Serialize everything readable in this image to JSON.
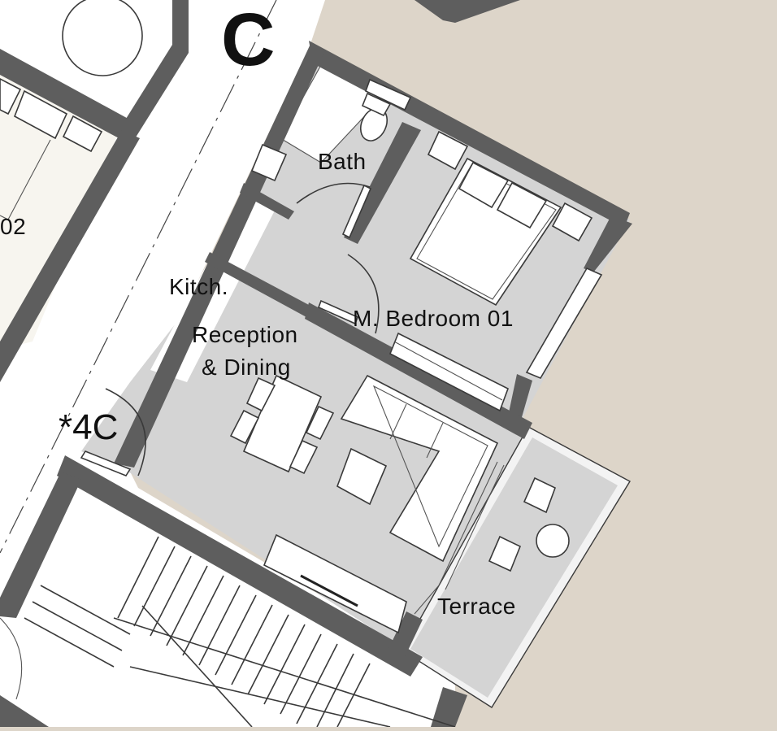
{
  "plan": {
    "block_label": "C",
    "unit_label": "*4C",
    "neighbor_label": "02",
    "rooms": [
      {
        "id": "bath",
        "label": "Bath"
      },
      {
        "id": "kitchen",
        "label": "Kitch."
      },
      {
        "id": "reception",
        "label_line1": "Reception",
        "label_line2": "& Dining"
      },
      {
        "id": "master-bedroom",
        "label": "M. Bedroom 01"
      },
      {
        "id": "terrace",
        "label": "Terrace"
      }
    ]
  },
  "colors": {
    "exterior": "#ddd5c9",
    "wall": "#5e5e5e",
    "interior_floor": "#d4d4d4",
    "corridor": "#ffffff",
    "neighbor_unit": "#f7f5ef",
    "text": "#111111"
  }
}
